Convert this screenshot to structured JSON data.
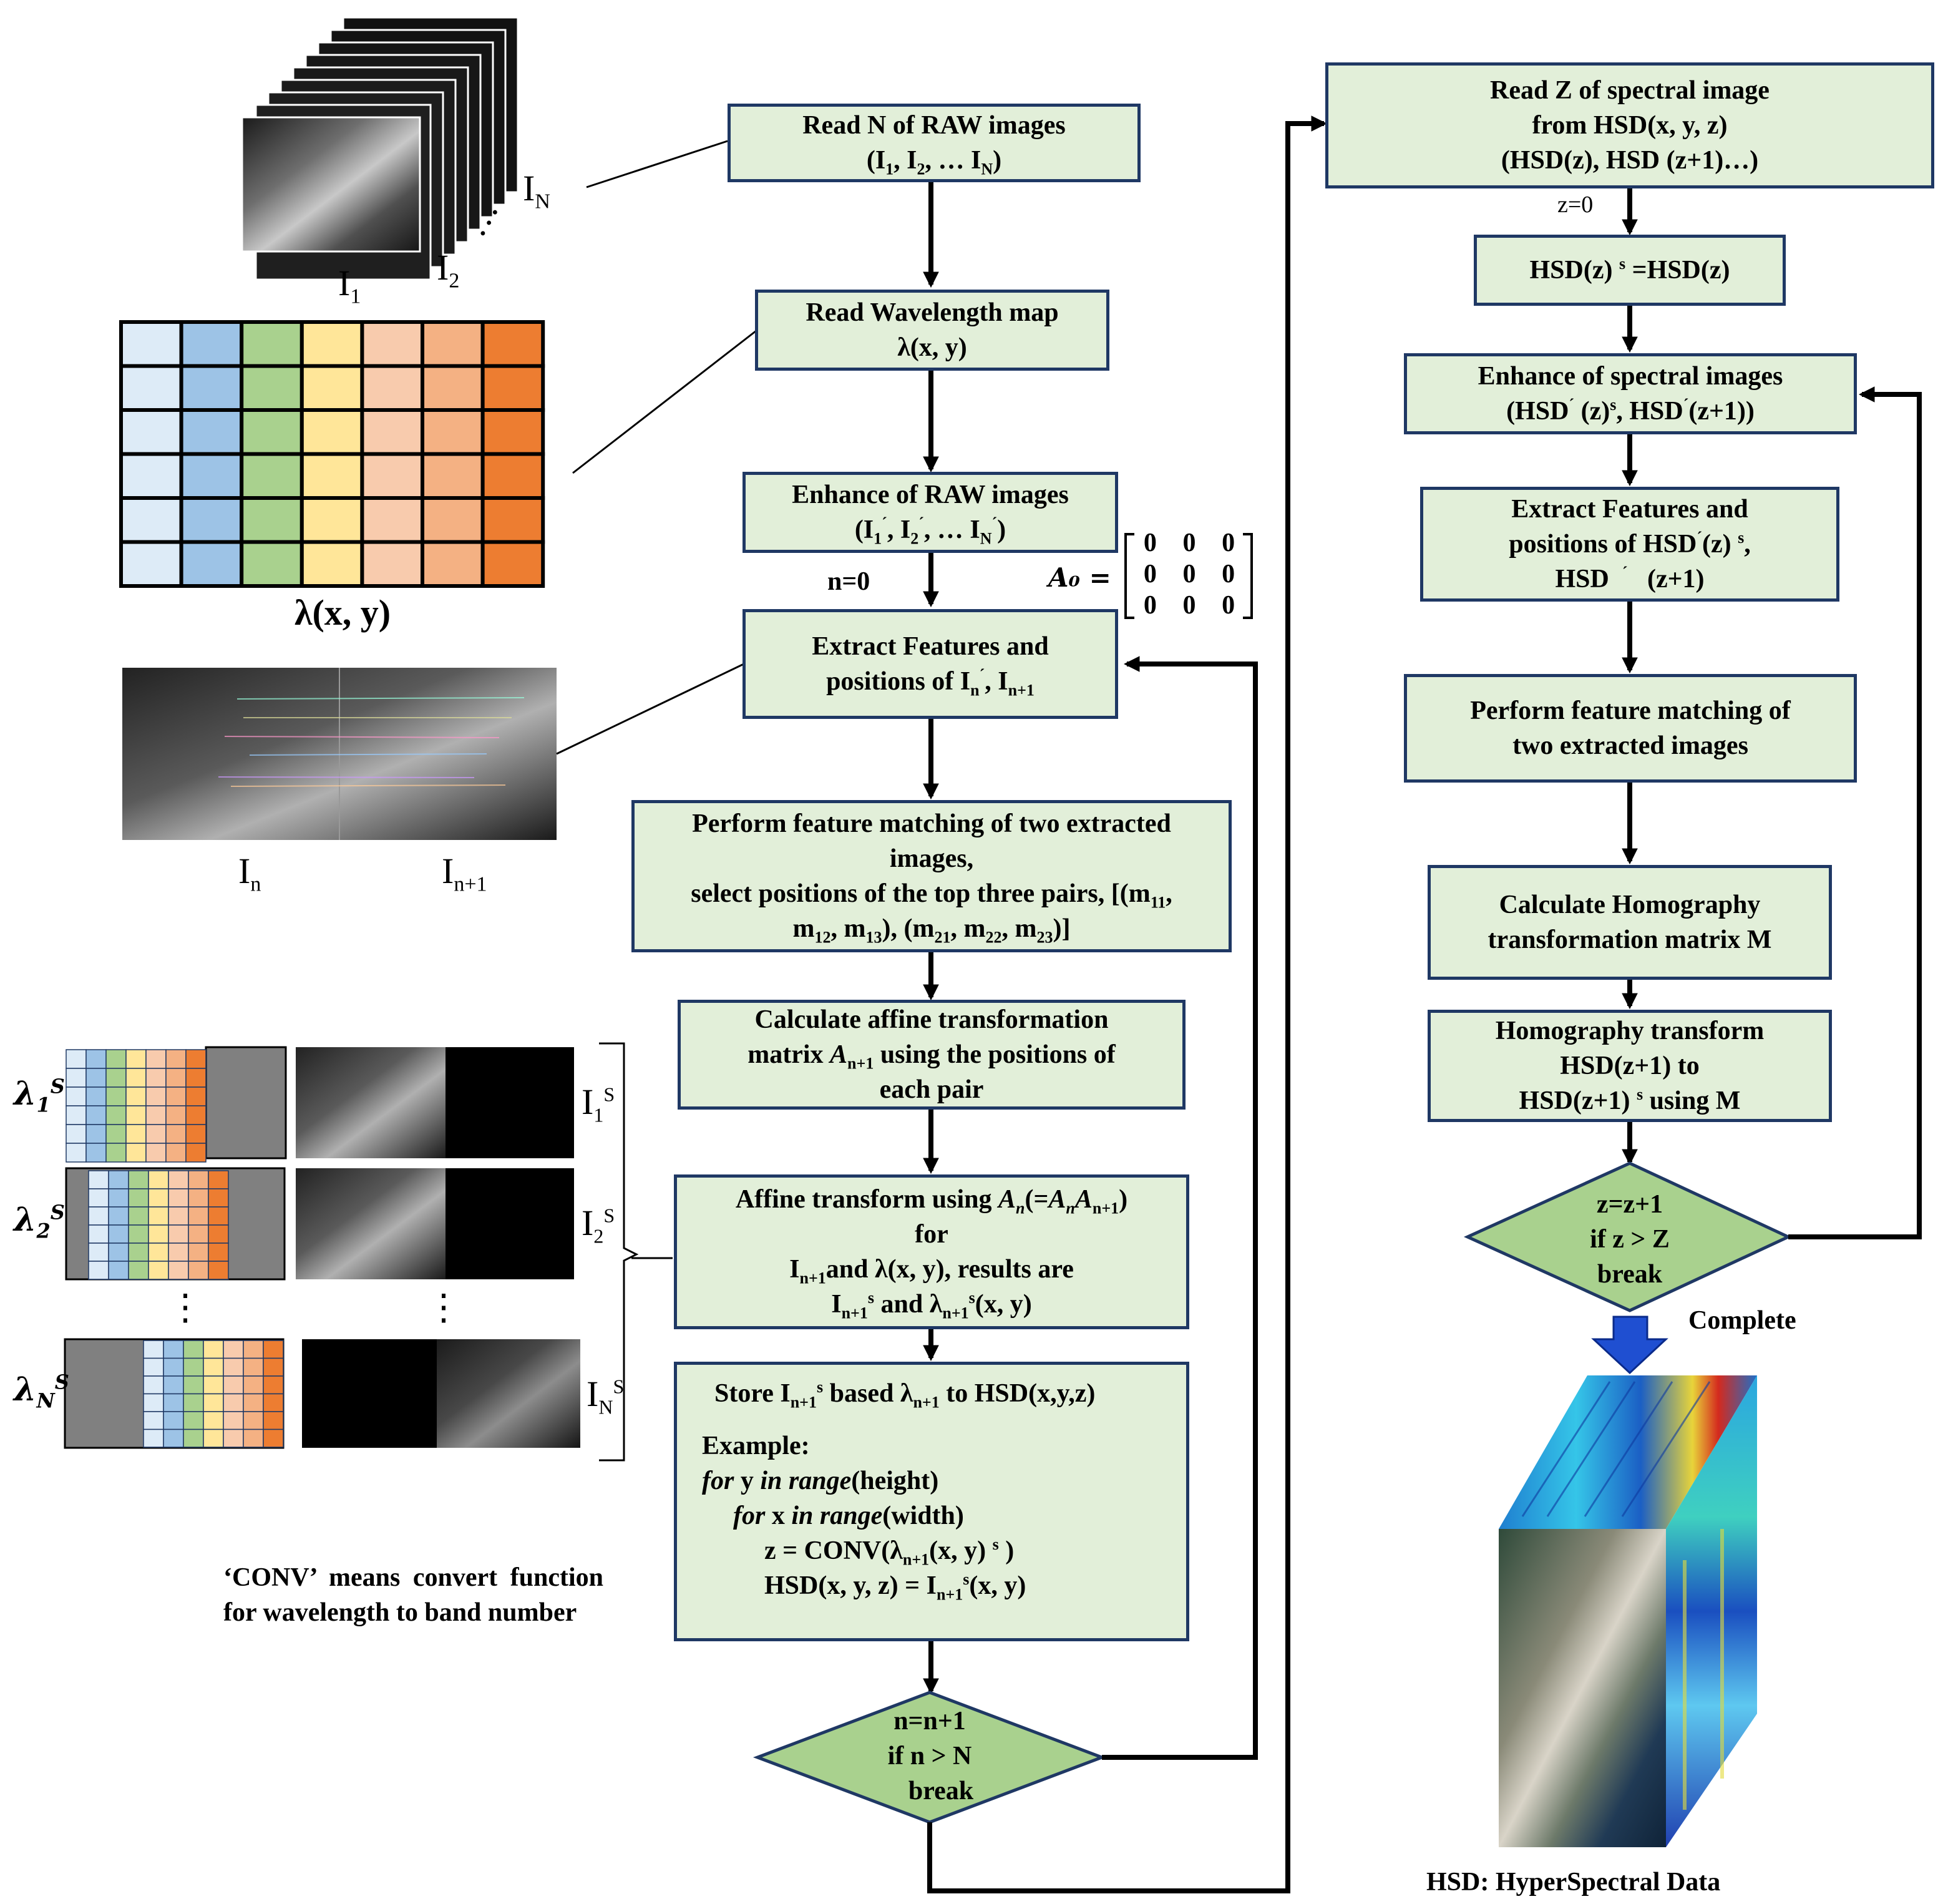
{
  "flow_left": {
    "read_raw": {
      "line1": "Read N of RAW images",
      "line2": "(I1, I2, … IN)"
    },
    "read_wavelength": {
      "line1": "Read Wavelength map",
      "line2": "λ(x, y)"
    },
    "enhance_raw": {
      "line1": "Enhance of RAW images",
      "line2": "(I1´, I2´, … IN´)"
    },
    "n_init": "n=0",
    "a0_label": "A₀ =",
    "a0_matrix": [
      "0",
      "0",
      "0",
      "0",
      "0",
      "0",
      "0",
      "0",
      "0"
    ],
    "extract": {
      "line1": "Extract Features and",
      "line2": "positions of In´, In+1"
    },
    "matching": {
      "line1": "Perform feature matching of two extracted",
      "line2": "images,",
      "line3": "select positions of the top three pairs, [(m11,",
      "line4": "m12, m13), (m21, m22, m23)]"
    },
    "affine_calc": {
      "line1": "Calculate affine transformation",
      "line2": "matrix An+1 using the positions of",
      "line3": "each pair"
    },
    "affine_transform": {
      "line1": "Affine transform using An(=AnAn+1)",
      "line2": "for",
      "line3": "In+1and λ(x, y), results are",
      "line4": "In+1s and λn+1s(x, y)"
    },
    "store": {
      "line1": "Store In+1s based λn+1 to HSD(x,y,z)",
      "line2": "Example:",
      "line3": "for y in range(height)",
      "line4": "for x in range(width)",
      "line5": "z = CONV(λn+1(x, y) s )",
      "line6": "HSD(x, y, z) = In+1s(x, y)"
    },
    "decision": {
      "line1": "n=n+1",
      "line2": "if n > N",
      "line3": "break"
    }
  },
  "flow_right": {
    "read_z": {
      "line1": "Read Z of spectral image",
      "line2": "from HSD(x, y, z)",
      "line3": "(HSD(z), HSD (z+1)…)"
    },
    "z_init": "z=0",
    "hsd_assign": "HSD(z) s =HSD(z)",
    "enhance_spec": {
      "line1": "Enhance of spectral images",
      "line2": "(HSD´ (z)s, HSD´(z+1))"
    },
    "extract": {
      "line1": "Extract Features and",
      "line2": "positions of HSD´(z) s,",
      "line3": "HSD ´ (z+1)"
    },
    "matching": {
      "line1": "Perform feature matching of",
      "line2": "two extracted images"
    },
    "homography_calc": {
      "line1": "Calculate Homography",
      "line2": "transformation matrix M"
    },
    "homography_transform": {
      "line1": "Homography transform",
      "line2": "HSD(z+1) to",
      "line3": "HSD(z+1) s using M"
    },
    "decision": {
      "line1": "z=z+1",
      "line2": "if z > Z",
      "line3": "break"
    },
    "complete": "Complete",
    "hsd_caption": "HSD: HyperSpectral Data"
  },
  "illustrations": {
    "raw_stack": {
      "label_1": "I1",
      "label_2": "I2",
      "label_n": "IN",
      "dots": "…"
    },
    "wavelength_map": {
      "caption": "λ(x, y)",
      "rows": 6,
      "colors": [
        "#ddebf7",
        "#9dc3e6",
        "#a9d18e",
        "#ffe699",
        "#f8cbad",
        "#f4b183",
        "#ed7d31"
      ]
    },
    "match_pair": {
      "label_n": "In",
      "label_n1": "In+1"
    },
    "transformed_rows": [
      {
        "lambda": "λ1S",
        "label": "I1S"
      },
      {
        "lambda": "λ2S",
        "label": "I2S"
      },
      {
        "lambda": "λNS",
        "label": "INS"
      }
    ],
    "vdots": "⋮",
    "conv_note": {
      "line1": "‘CONV’ means convert function",
      "line2": "for wavelength to band number"
    }
  },
  "colors": {
    "box_fill": "#e2efd9",
    "box_border": "#1f3864",
    "diamond_fill": "#a9d18e",
    "arrow": "#000000",
    "complete_arrow": "#1f4fd1"
  }
}
